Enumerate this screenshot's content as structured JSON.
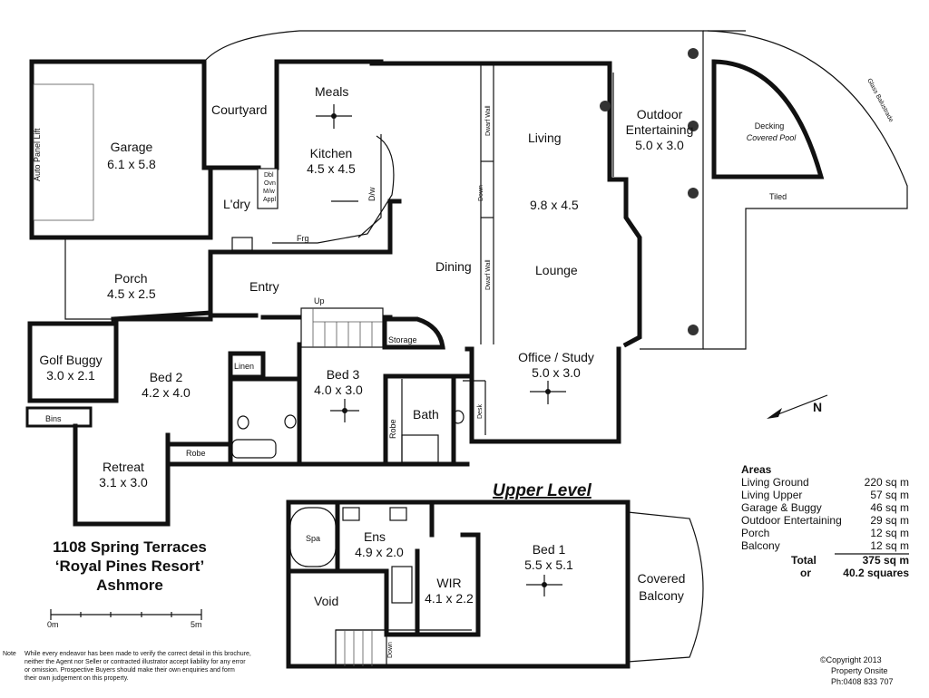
{
  "rooms": {
    "garage": {
      "name": "Garage",
      "size": "6.1 x 5.8"
    },
    "auto_panel_lift": "Auto Panel Lift",
    "courtyard": "Courtyard",
    "meals": "Meals",
    "kitchen": {
      "name": "Kitchen",
      "size": "4.5 x 4.5"
    },
    "laundry": "L'dry",
    "dbl_ovn": [
      "Dbl",
      "Ovn",
      "M/w",
      "Appl"
    ],
    "dw": "D/w",
    "frg": "Frg",
    "porch": {
      "name": "Porch",
      "size": "4.5 x 2.5"
    },
    "entry": "Entry",
    "dining": "Dining",
    "living": {
      "name": "Living",
      "size": "9.8 x 4.5"
    },
    "lounge": "Lounge",
    "dwarf_wall": "Dwarf Wall",
    "down": "Down",
    "up": "Up",
    "outdoor": {
      "name1": "Outdoor",
      "name2": "Entertaining",
      "size": "5.0 x 3.0"
    },
    "decking": {
      "name": "Decking",
      "sub": "Covered Pool"
    },
    "glass_balustrade": "Glass Balustrade",
    "tiled": "Tiled",
    "golf_buggy": {
      "name": "Golf Buggy",
      "size": "3.0 x 2.1"
    },
    "bins": "Bins",
    "bed2": {
      "name": "Bed 2",
      "size": "4.2 x 4.0"
    },
    "linen": "Linen",
    "bed3": {
      "name": "Bed 3",
      "size": "4.0 x 3.0"
    },
    "storage": "Storage",
    "office": {
      "name": "Office / Study",
      "size": "5.0 x 3.0"
    },
    "desk": "Desk",
    "robe": "Robe",
    "bath": "Bath",
    "retreat": {
      "name": "Retreat",
      "size": "3.1 x 3.0"
    },
    "spa": "Spa",
    "ens": {
      "name": "Ens",
      "size": "4.9 x 2.0"
    },
    "wir": {
      "name": "WIR",
      "size": "4.1 x 2.2"
    },
    "bed1": {
      "name": "Bed 1",
      "size": "5.5 x 5.1"
    },
    "covered_balcony": {
      "name1": "Covered",
      "name2": "Balcony"
    },
    "void": "Void"
  },
  "upper_level": "Upper Level",
  "title": {
    "line1": "1108 Spring Terraces",
    "line2": "‘Royal Pines Resort’",
    "line3": "Ashmore"
  },
  "scale": {
    "start": "0m",
    "end": "5m"
  },
  "north": "N",
  "areas": {
    "heading": "Areas",
    "rows": [
      {
        "label": "Living Ground",
        "value": "220 sq m"
      },
      {
        "label": "Living Upper",
        "value": "57 sq m"
      },
      {
        "label": "Garage & Buggy",
        "value": "46 sq m"
      },
      {
        "label": "Outdoor Entertaining",
        "value": "29 sq m"
      },
      {
        "label": "Porch",
        "value": "12 sq m"
      },
      {
        "label": "Balcony",
        "value": "12 sq m"
      }
    ],
    "total_label": "Total",
    "total_value": "375 sq m",
    "or_label": "or",
    "or_value": "40.2 squares"
  },
  "note": {
    "label": "Note",
    "lines": [
      "While every endeavor has been made to verify the correct detail in this brochure,",
      "neither the Agent nor Seller or contracted illustrator accept liability for any error",
      "or omission. Prospective Buyers should make their own enquiries and form",
      "their own judgement on this property."
    ]
  },
  "copyright": {
    "line1": "©Copyright 2013",
    "line2": "Property Onsite",
    "line3": "Ph:0408 833 707"
  }
}
